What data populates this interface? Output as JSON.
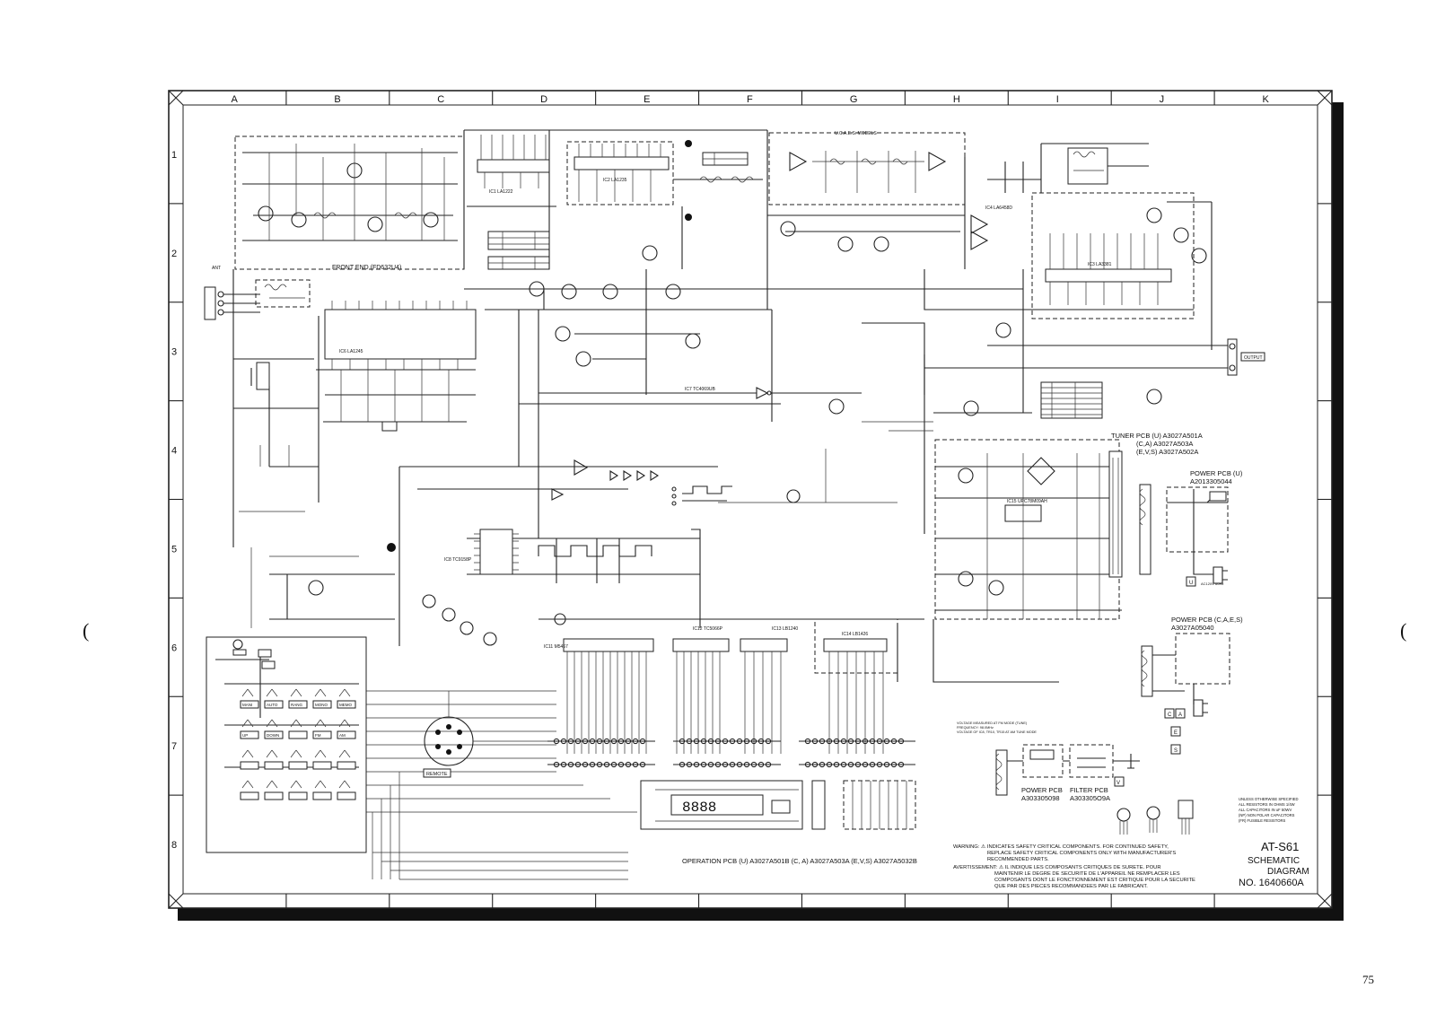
{
  "grid": {
    "columns": [
      "A",
      "B",
      "C",
      "D",
      "E",
      "F",
      "G",
      "H",
      "I",
      "J",
      "K"
    ],
    "rows": [
      "1",
      "2",
      "3",
      "4",
      "5",
      "6",
      "7",
      "8"
    ]
  },
  "title_block": {
    "model": "AT-S61",
    "line1": "SCHEMATIC",
    "line2": "DIAGRAM",
    "number": "NO. 1640660A"
  },
  "pcb_labels": {
    "tuner": [
      "TUNER PCB (U) A3027A501A",
      "(C,A) A3027A503A",
      "(E,V,S) A3027A502A"
    ],
    "power_u": [
      "POWER PCB (U)",
      "A2013305044"
    ],
    "power_case": [
      "POWER PCB (C,A,E,S)",
      "A3027A05040"
    ],
    "power": [
      "POWER PCB",
      "A303305098"
    ],
    "filter": [
      "FILTER PCB",
      "A303305O9A"
    ],
    "operation": "OPERATION PCB (U) A3027A501B   (C, A) A3027A503A   (E,V,S) A3027A5032B",
    "front_end": "FRONT END (FD632U4)"
  },
  "ic_labels": {
    "ic1": "IC1 LA1222",
    "ic2": "IC2 LA1235",
    "ic3": "IC3 LA3381",
    "ic4": "IC4 LA6458D",
    "ic6": "IC6 LA1245",
    "ic7": "IC7 TC4069UB",
    "ic8": "IC8 TC9158P",
    "ic11": "IC11 M5467",
    "ic12": "IC12 TC5066P",
    "ic13": "IC13 LB1240",
    "ic14": "IC14 LB1426",
    "ic15": "IC15 UPC78M09AH"
  },
  "keys": [
    "MANI",
    "AUTO",
    "RANG",
    "MONO",
    "MEMO",
    "UP",
    "DOWN",
    "FM",
    "AM",
    "REMOTE"
  ],
  "misc": {
    "output": "OUTPUT",
    "ant": "ANT",
    "model_only": "U.C.A.E.S. MODELS",
    "ac": "AC120V 60Hz",
    "region_boxes": [
      "C",
      "A",
      "E",
      "S",
      "U",
      "V"
    ]
  },
  "warnings": {
    "en1": "WARNING: ⚠ INDICATES SAFETY CRITICAL COMPONENTS. FOR CONTINUED SAFETY,",
    "en2": "REPLACE SAFETY CRITICAL COMPONENTS ONLY WITH MANUFACTURER'S",
    "en3": "RECOMMENDED PARTS.",
    "fr1": "AVERTISSEMENT: ⚠ IL INDIQUE LES COMPOSANTS CRITIQUES DE SURETE. POUR",
    "fr2": "MAINTENIR LE DEGRE DE SECURITE DE L'APPAREIL NE REMPLACER LES",
    "fr3": "COMPOSANTS DONT LE FONCTIONNEMENT EST CRITIQUE POUR LA SECURITE",
    "fr4": "QUE PAR DES PIECES RECOMMANDEES PAR LE FABRICANT."
  },
  "notes": [
    "UNLESS OTHERWISE SPECIFIED",
    "ALL RESISTORS IN OHMS 1/4W",
    "ALL CAPACITORS IN uF 50WV",
    "(NP) NON POLAR CAPACITORS",
    "(FR) FUSIBLE RESISTORS"
  ],
  "voltage_note": [
    "VOLTAGE MEASURED AT FM MODE (TUNE)",
    "FREQUENCY: 98.0MHz",
    "VOLTAGE OF IC8, TR10, TR15 AT AM TUNE MODE"
  ],
  "display": "8888",
  "page_number": "75",
  "side_marks": [
    "(",
    "("
  ]
}
